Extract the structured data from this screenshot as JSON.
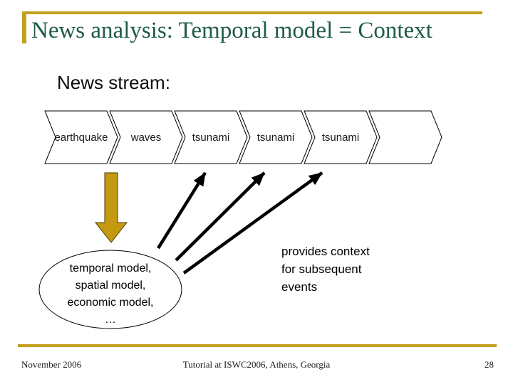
{
  "slide": {
    "title": "News analysis: Temporal model = Context",
    "subtitle": "News stream:",
    "news_stream": {
      "events": [
        "earthquake",
        "waves",
        "tsunami",
        "tsunami",
        "tsunami",
        ""
      ]
    },
    "models_ellipse": {
      "lines": [
        "temporal model,",
        "spatial model,",
        "economic model,",
        "…"
      ]
    },
    "context_note": {
      "lines": [
        "provides context",
        "for subsequent",
        "events"
      ]
    },
    "footer": {
      "date": "November 2006",
      "center": "Tutorial at ISWC2006, Athens, Georgia",
      "page_number": "28"
    },
    "colors": {
      "accent_gold": "#C3A01F",
      "title_green": "#1F5C44",
      "arrow_gold": "#C3990F"
    }
  }
}
